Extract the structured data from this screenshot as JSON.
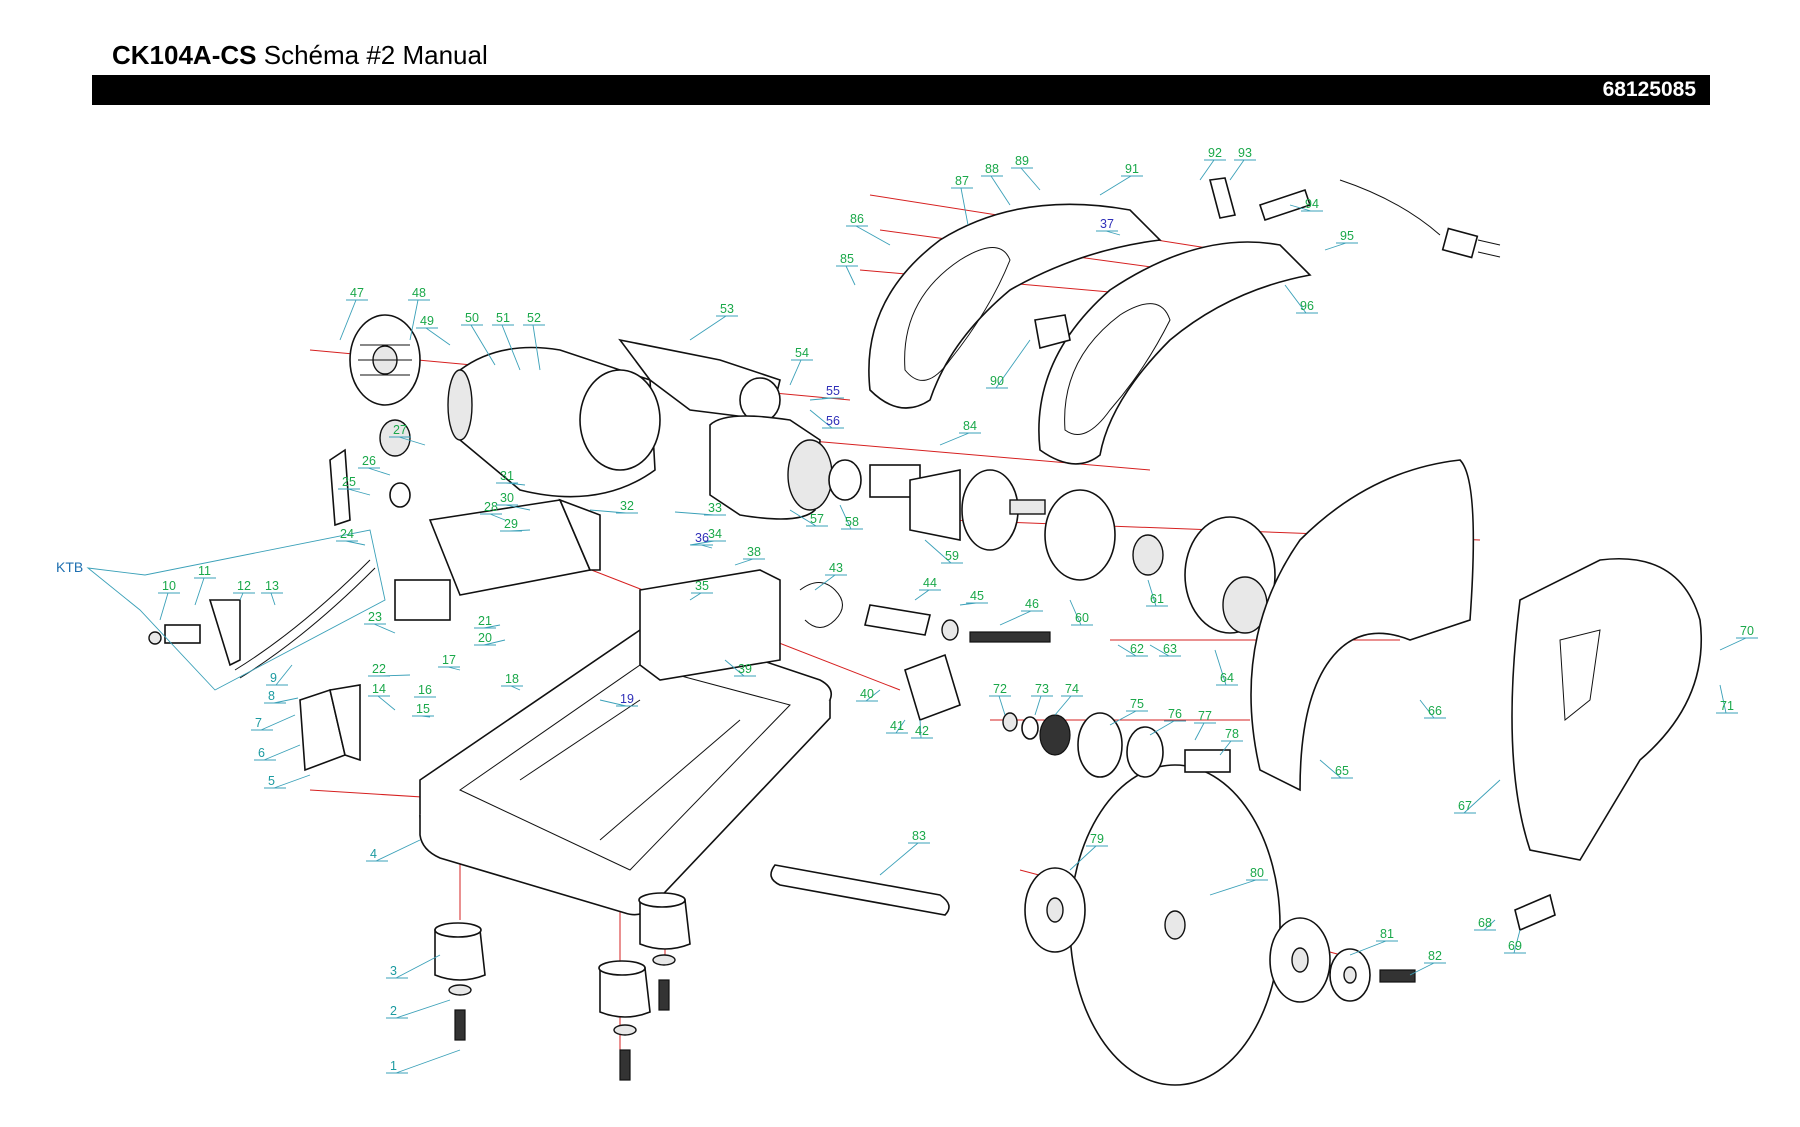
{
  "header": {
    "model": "CK104A-CS",
    "subtitle": "Schéma #2 Manual",
    "part_number": "68125085"
  },
  "kit_label": "KTB",
  "callouts": [
    "1",
    "2",
    "3",
    "4",
    "5",
    "6",
    "7",
    "8",
    "9",
    "10",
    "11",
    "12",
    "13",
    "14",
    "15",
    "16",
    "17",
    "18",
    "19",
    "20",
    "21",
    "22",
    "23",
    "24",
    "25",
    "26",
    "27",
    "28",
    "29",
    "30",
    "31",
    "32",
    "33",
    "34",
    "35",
    "36",
    "37",
    "38",
    "39",
    "40",
    "41",
    "42",
    "43",
    "44",
    "45",
    "46",
    "47",
    "48",
    "49",
    "50",
    "51",
    "52",
    "53",
    "54",
    "55",
    "56",
    "57",
    "58",
    "59",
    "60",
    "61",
    "62",
    "63",
    "64",
    "65",
    "66",
    "67",
    "68",
    "69",
    "70",
    "71",
    "72",
    "73",
    "74",
    "75",
    "76",
    "77",
    "78",
    "79",
    "80",
    "81",
    "82",
    "83",
    "84",
    "85",
    "86",
    "87",
    "88",
    "89",
    "90",
    "91",
    "92",
    "93",
    "94",
    "95",
    "96"
  ],
  "colors": {
    "header_bar": "#000000",
    "callout_green": "#1aa84a",
    "callout_blue": "#2f2fb8",
    "callout_teal": "#1b9aa0",
    "leader_line": "#3aa0b8",
    "assembly_axis": "#d62020"
  }
}
